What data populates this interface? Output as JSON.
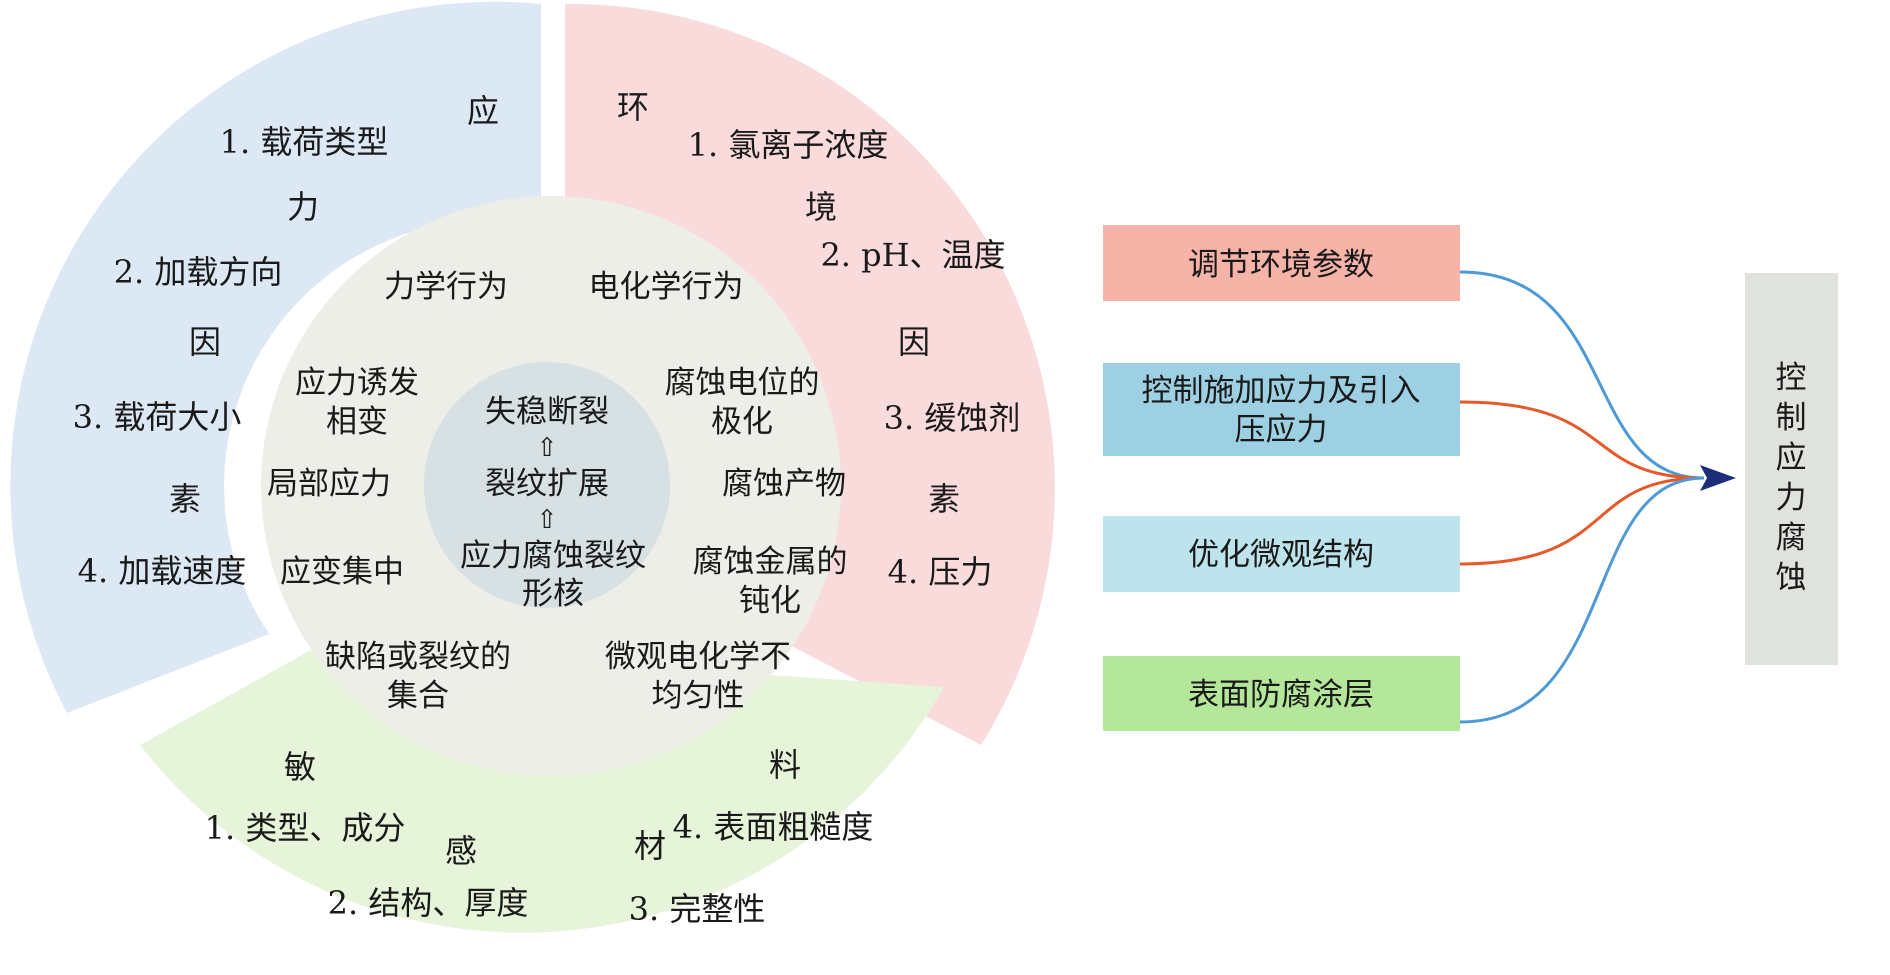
{
  "ring": {
    "stress": {
      "color": "#dde8f5",
      "chars": [
        "应",
        "力",
        "因",
        "素"
      ],
      "items": [
        "1. 载荷类型",
        "2. 加载方向",
        "3. 载荷大小",
        "4. 加载速度"
      ]
    },
    "environment": {
      "color": "#fadbdc",
      "chars": [
        "环",
        "境",
        "因",
        "素"
      ],
      "items": [
        "1. 氯离子浓度",
        "2. pH、温度",
        "3. 缓蚀剂",
        "4. 压力"
      ]
    },
    "material": {
      "color": "#e6f4d9",
      "chars": [
        "敏",
        "感",
        "材",
        "料"
      ],
      "items": [
        "1. 类型、成分",
        "2. 结构、厚度",
        "3. 完整性",
        "4. 表面粗糙度"
      ]
    }
  },
  "middle": {
    "color": "#eeeee8",
    "mechanical_title": "力学行为",
    "electrochemical_title": "电化学行为",
    "left": [
      [
        "应力诱发",
        "相变"
      ],
      [
        "局部应力"
      ],
      [
        "应变集中"
      ]
    ],
    "right": [
      [
        "腐蚀电位的",
        "极化"
      ],
      [
        "腐蚀产物"
      ],
      [
        "腐蚀金属的",
        "钝化"
      ]
    ],
    "bottom_left": [
      "缺陷或裂纹的",
      "集合"
    ],
    "bottom_right": [
      "微观电化学不",
      "均匀性"
    ]
  },
  "core": {
    "color": "#d7e0e3",
    "steps": [
      "失稳断裂",
      "裂纹扩展"
    ],
    "step3": [
      "应力腐蚀裂纹",
      "形核"
    ],
    "arrow": "⇧"
  },
  "measures": [
    {
      "lines": [
        "调节环境参数"
      ],
      "color": "#f6b3a8",
      "curve_color": "#4d9ad6"
    },
    {
      "lines": [
        "控制施加应力及引入",
        "压应力"
      ],
      "color": "#9dd0e2",
      "curve_color": "#e8592a"
    },
    {
      "lines": [
        "优化微观结构"
      ],
      "color": "#bde3ec",
      "curve_color": "#e8592a"
    },
    {
      "lines": [
        "表面防腐涂层"
      ],
      "color": "#b4e79a",
      "curve_color": "#4d9ad6"
    }
  ],
  "target": {
    "chars": [
      "控",
      "制",
      "应",
      "力",
      "腐",
      "蚀"
    ],
    "color": "#e0e2de"
  },
  "arrowhead_color": "#1c2e7a"
}
